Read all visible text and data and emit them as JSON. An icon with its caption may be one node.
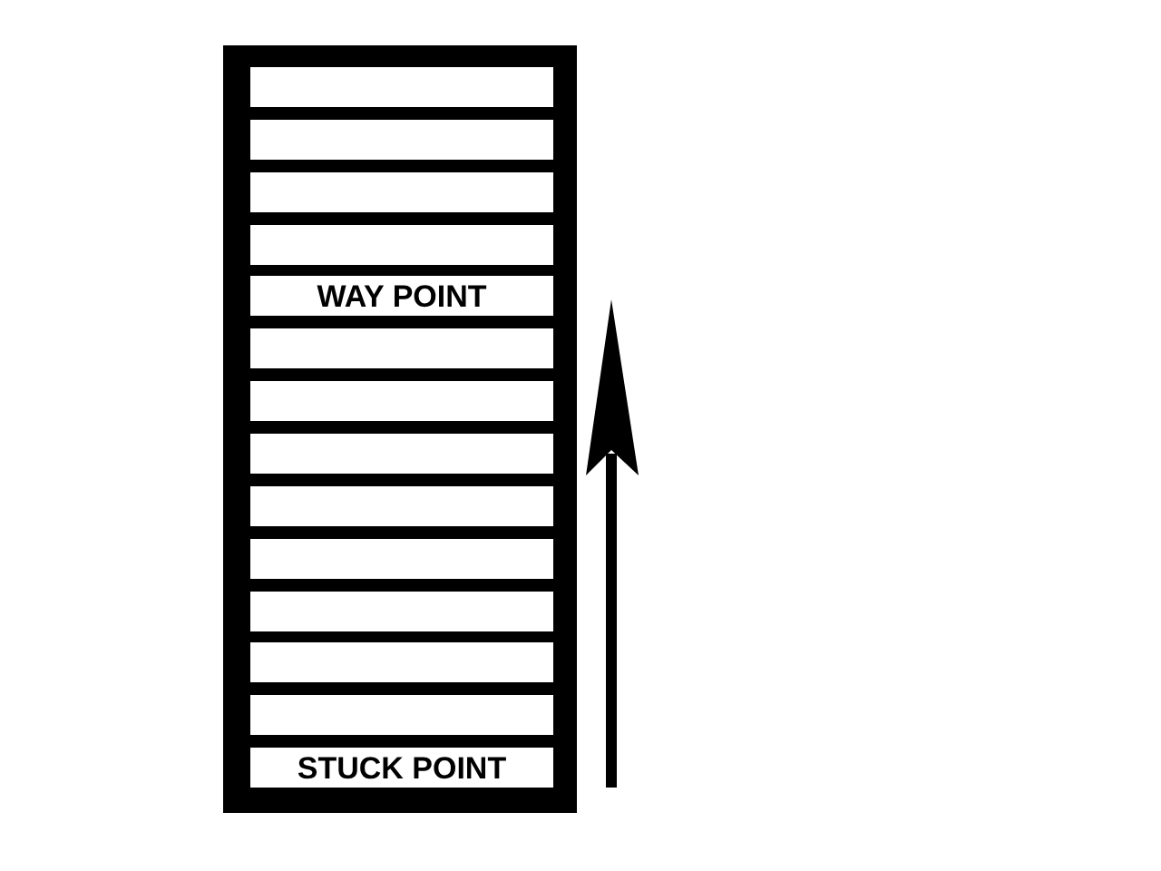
{
  "diagram": {
    "nodes": [
      {
        "text": [],
        "shape": "box"
      },
      {
        "text": [],
        "shape": "box"
      },
      {
        "text": [],
        "shape": "box"
      },
      {
        "text": [],
        "shape": "box"
      },
      {
        "text": [
          "WAY POINT"
        ]
      },
      {
        "text": [],
        "shape": "box"
      },
      {
        "text": [],
        "shape": "box"
      },
      {
        "text": [],
        "shape": "box"
      },
      {
        "text": [],
        "shape": "box"
      },
      {
        "text": [],
        "shape": "box"
      },
      {
        "text": [],
        "shape": "box"
      },
      {
        "text": [],
        "shape": "box"
      },
      {
        "text": [],
        "shape": "box"
      },
      {
        "text": [
          "STUCK POINT"
        ]
      }
    ]
  }
}
